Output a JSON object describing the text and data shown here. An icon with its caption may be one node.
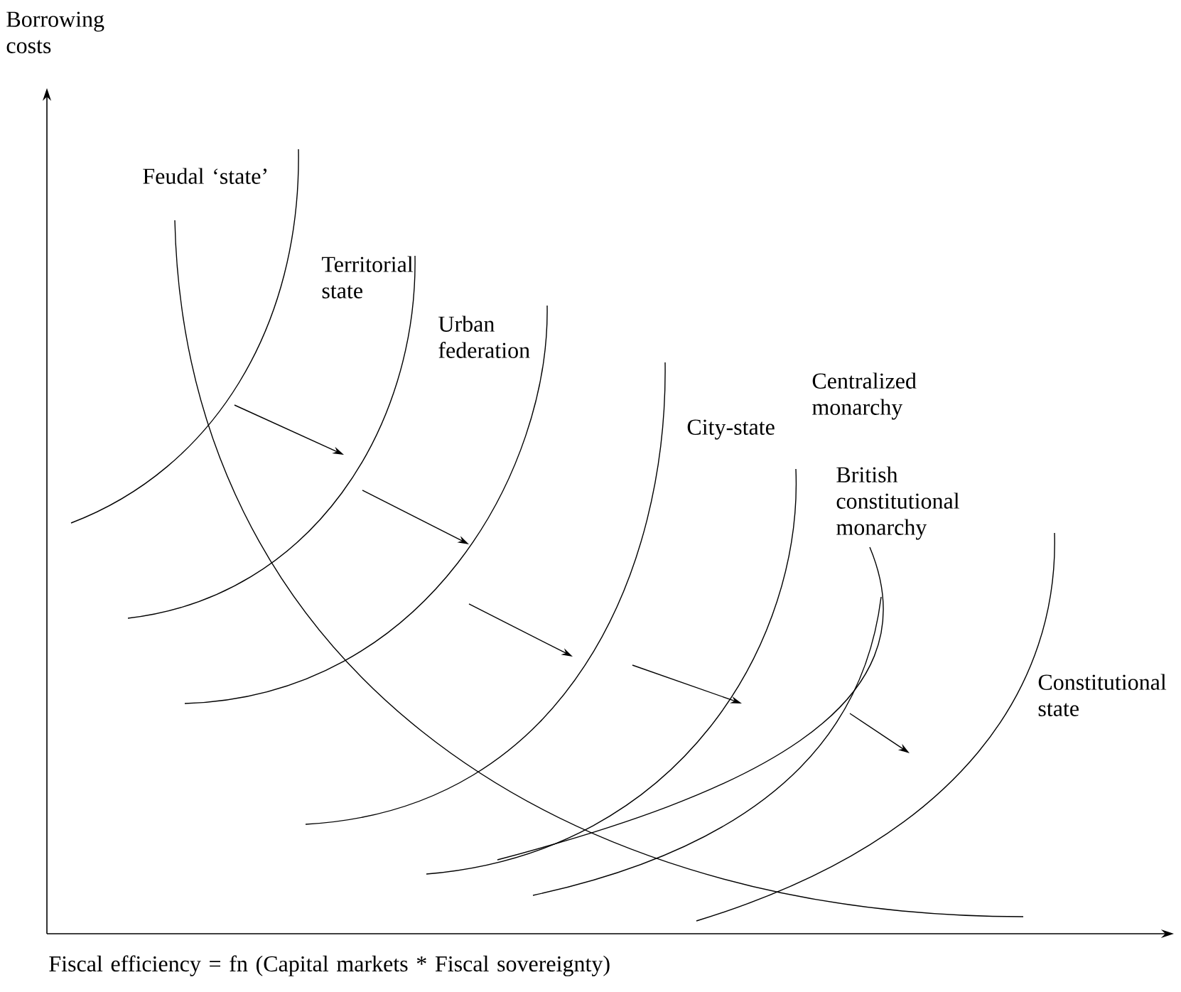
{
  "diagram": {
    "labels": [
      "Borrowing costs",
      "Feudal ‘state’",
      "Territorial state",
      "Urban federation",
      "Centralized monarchy",
      "City-state",
      "British constitutional monarchy",
      "Constitutional state",
      "Fiscal efficiency = fn (Capital markets * Fiscal sovereignty)"
    ]
  }
}
